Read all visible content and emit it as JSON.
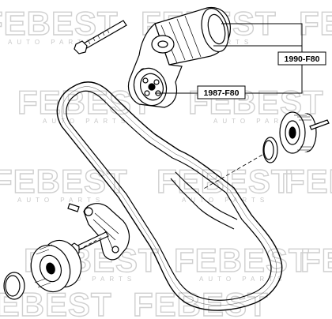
{
  "watermark": {
    "brand": "FEBEST",
    "sub": "AUTO PARTS"
  },
  "callouts": [
    {
      "id": "tensioner-assembly",
      "part_number": "1990-F80"
    },
    {
      "id": "tensioner-pulley",
      "part_number": "1987-F80"
    }
  ]
}
